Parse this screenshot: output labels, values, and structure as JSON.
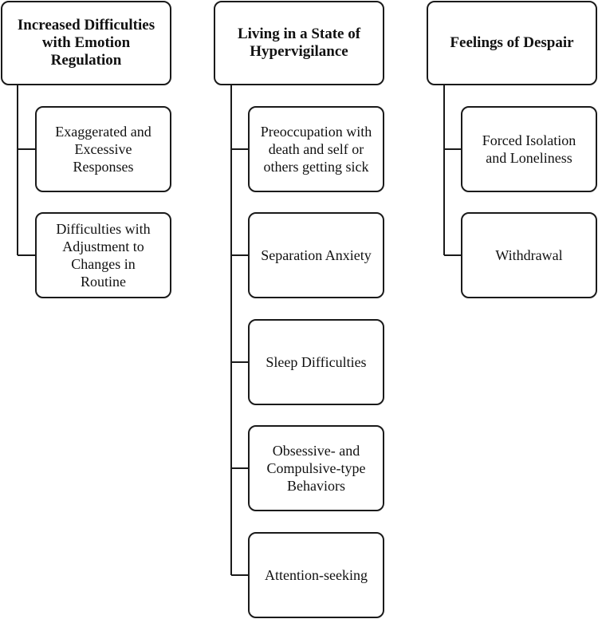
{
  "diagram": {
    "categories": [
      {
        "title": "Increased Difficulties\nwith Emotion\nRegulation",
        "items": [
          "Exaggerated and\nExcessive\nResponses",
          "Difficulties with\nAdjustment to\nChanges in\nRoutine"
        ]
      },
      {
        "title": "Living in a State of\nHypervigilance",
        "items": [
          "Preoccupation with\ndeath and self or\nothers getting sick",
          "Separation Anxiety",
          "Sleep Difficulties",
          "Obsessive- and\nCompulsive-type\nBehaviors",
          "Attention-seeking"
        ]
      },
      {
        "title": "Feelings of Despair",
        "items": [
          "Forced Isolation\nand Loneliness",
          "Withdrawal"
        ]
      }
    ]
  }
}
